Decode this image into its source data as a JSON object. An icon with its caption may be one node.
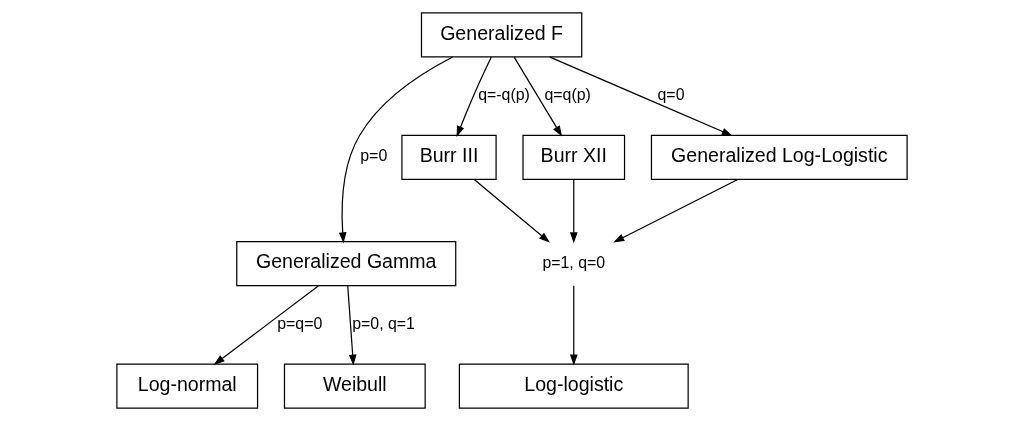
{
  "diagram": {
    "nodes": [
      {
        "text": [
          "Generalized F"
        ]
      },
      {
        "text": [
          "Generalized Gamma"
        ]
      },
      {
        "text": [
          "Burr III"
        ]
      },
      {
        "text": [
          "Burr XII"
        ]
      },
      {
        "text": [
          "Generalized Log-Logistic"
        ]
      },
      {
        "text": [
          "p=1, q=0"
        ]
      },
      {
        "text": [
          "Log-normal"
        ]
      },
      {
        "text": [
          "Weibull"
        ]
      },
      {
        "text": [
          "Log-logistic"
        ]
      }
    ],
    "edges": [
      {
        "from": 0,
        "to": 1,
        "arrow": "to",
        "label": "p=0"
      },
      {
        "from": 0,
        "to": 2,
        "arrow": "to",
        "label": "q=-q(p)"
      },
      {
        "from": 0,
        "to": 3,
        "arrow": "to",
        "label": "q=q(p)"
      },
      {
        "from": 0,
        "to": 4,
        "arrow": "to",
        "label": "q=0"
      },
      {
        "from": 1,
        "to": 6,
        "arrow": "to",
        "label": "p=q=0"
      },
      {
        "from": 1,
        "to": 7,
        "arrow": "to",
        "label": "p=0, q=1"
      },
      {
        "from": 2,
        "to": 5,
        "arrow": "to"
      },
      {
        "from": 3,
        "to": 5,
        "arrow": "to"
      },
      {
        "from": 4,
        "to": 5,
        "arrow": "to"
      },
      {
        "from": 5,
        "to": 8,
        "arrow": "to"
      }
    ]
  }
}
